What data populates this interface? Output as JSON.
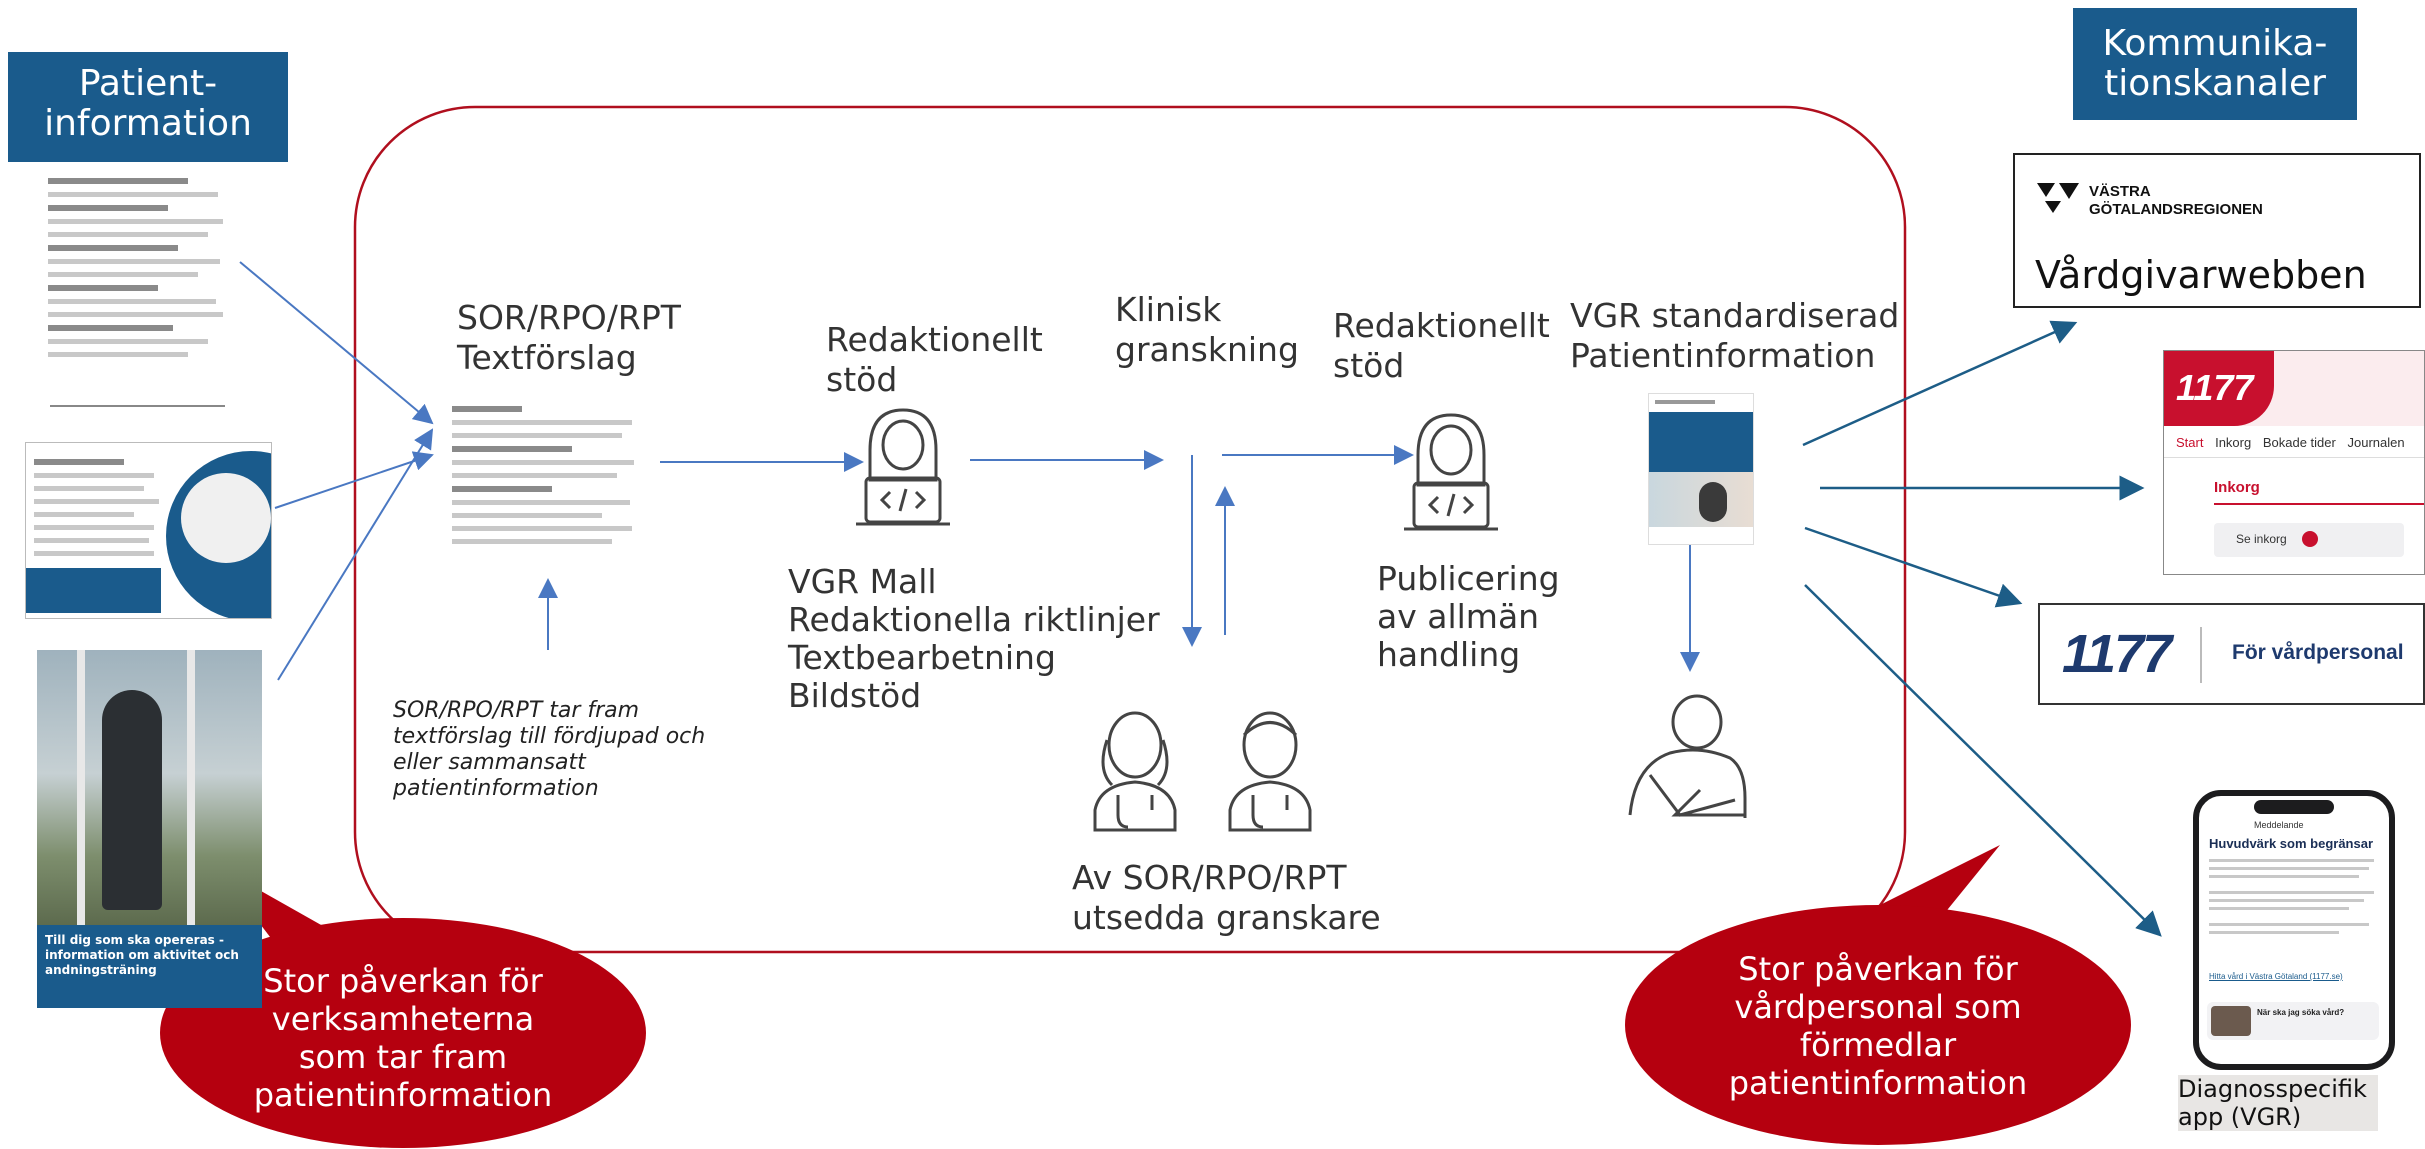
{
  "boxes": {
    "patient_info": "Patient-\ninformation",
    "channels": "Kommunika-\ntionskanaler"
  },
  "flow": {
    "textforslag": "SOR/RPO/RPT\nTextförslag",
    "redaktionellt1": "Redaktionellt\nstöd",
    "klinisk": "Klinisk\ngranskning",
    "redaktionellt2": "Redaktionellt\nstöd",
    "vgr_standard": "VGR standardiserad\nPatientinformation",
    "vgr_mall": "VGR Mall\nRedaktionella riktlinjer\nTextbearbetning\nBildstöd",
    "sor_note": "SOR/RPO/RPT tar fram\ntextförslag till fördjupad och\neller sammansatt\npatientinformation",
    "publicering": "Publicering\nav allmän\nhandling",
    "granskare": "Av SOR/RPO/RPT\nutsedda granskare"
  },
  "bubbles": {
    "left": "Stor påverkan för\nverksamheterna\nsom tar fram\npatientinformation",
    "right": "Stor påverkan för\nvårdpersonal som\nförmedlar\npatientinformation"
  },
  "channels": {
    "vgr_org_top": "VÄSTRA",
    "vgr_org_bottom": "GÖTALANDSREGIONEN",
    "vardgivarwebben": "Vårdgivarwebben",
    "logo_1177": "1177",
    "nav": [
      "Start",
      "Inkorg",
      "Bokade tider",
      "Journalen"
    ],
    "inkorg": "Inkorg",
    "se_inkorg": "Se inkorg",
    "for_vardpersonal": "För vårdpersonal",
    "app_caption": "Diagnosspecifik\napp (VGR)",
    "phone_title": "Huvudvärk som begränsar",
    "phone_header": "Meddelande",
    "phone_link": "Hitta vård i Västra Götaland (1177.se)",
    "phone_card": "När ska jag söka vård?"
  },
  "docs": {
    "brochure_caption": "Till dig som ska opereras - information om aktivitet och andningsträning"
  },
  "colors": {
    "blue": "#1a5b8c",
    "red": "#b5000f",
    "frame": "#b00f1e",
    "arrow": "#4a78c2"
  }
}
